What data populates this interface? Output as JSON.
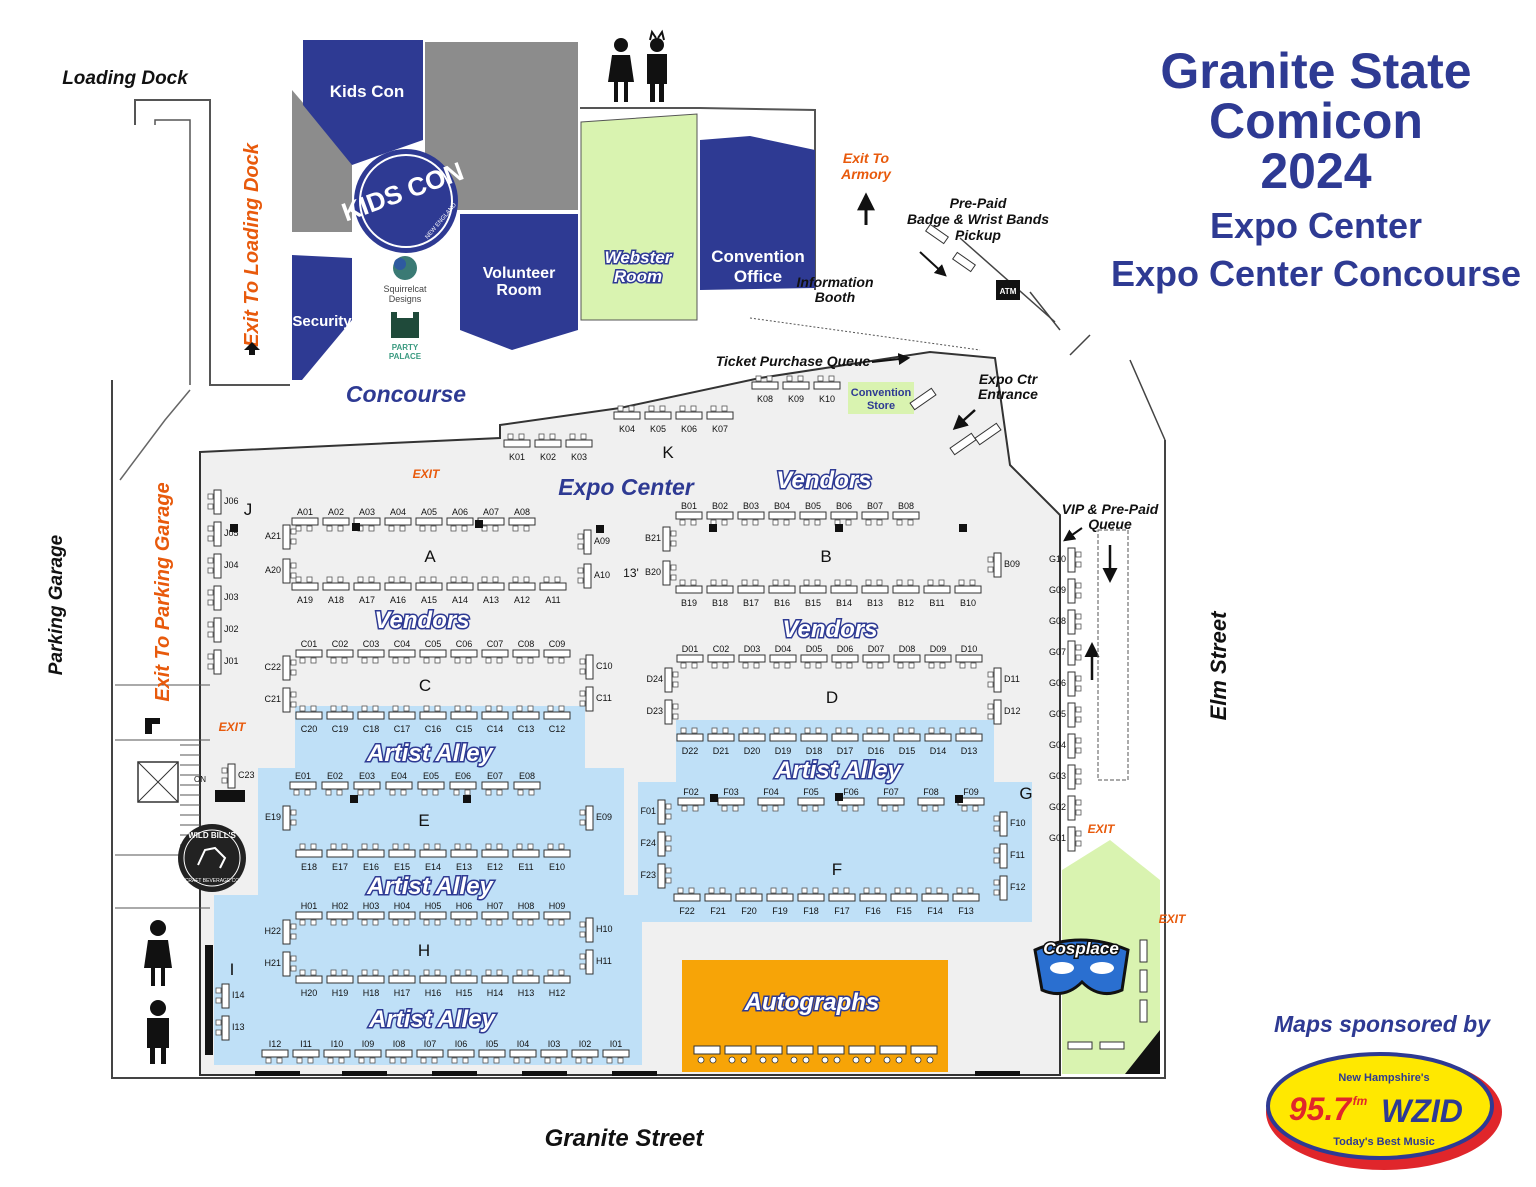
{
  "title": {
    "line1": "Granite State",
    "line2": "Comicon",
    "line3": "2024",
    "line4": "Expo Center",
    "line5": "Expo Center Concourse"
  },
  "labels": {
    "loading_dock": "Loading Dock",
    "exit_loading_dock": "Exit To Loading Dock",
    "exit_parking_garage": "Exit To Parking Garage",
    "parking_garage": "Parking Garage",
    "elm_street": "Elm Street",
    "granite_street": "Granite Street",
    "exit_armory_1": "Exit To",
    "exit_armory_2": "Armory",
    "prepaid_1": "Pre-Paid",
    "prepaid_2": "Badge & Wrist Bands",
    "prepaid_3": "Pickup",
    "atm": "ATM",
    "info_1": "Information",
    "info_2": "Booth",
    "ticket_queue": "Ticket Purchase Queue",
    "entrance_1": "Expo Ctr",
    "entrance_2": "Entrance",
    "vip_1": "VIP & Pre-Paid",
    "vip_2": "Queue",
    "concourse": "Concourse",
    "expo_center": "Expo Center",
    "exit": "EXIT",
    "sponsor": "Maps sponsored by"
  },
  "rooms": {
    "kids_con": "Kids Con",
    "security": "Security",
    "volunteer_1": "Volunteer",
    "volunteer_2": "Room",
    "webster_1": "Webster",
    "webster_2": "Room",
    "convention_1": "Convention",
    "convention_2": "Office",
    "store_1": "Convention",
    "store_2": "Store",
    "autographs": "Autographs",
    "cosplace": "Cosplace"
  },
  "logos": {
    "kids_con": "KIDS CON",
    "kids_con_sub": "NEW ENGLAND",
    "squirrelcat_1": "Squirrelcat",
    "squirrelcat_2": "Designs",
    "party_1": "PARTY",
    "party_2": "PALACE",
    "wild_bills_1": "WILD BILL'S",
    "wild_bills_2": "CRAFT BEVERAGE CO",
    "radio_1": "New Hampshire's",
    "radio_2": "95.7",
    "radio_3": "fm",
    "radio_4": "WZID",
    "radio_5": "Today's Best Music"
  },
  "sections": {
    "vendors": "Vendors",
    "artist_alley": "Artist Alley"
  },
  "row_letters": {
    "A": "A",
    "B": "B",
    "C": "C",
    "D": "D",
    "E": "E",
    "F": "F",
    "G": "G",
    "H": "H",
    "I": "I",
    "J": "J",
    "K": "K",
    "a_corner": "13'",
    "c23_side": "ON"
  },
  "booths": {
    "A_top": [
      "A01",
      "A02",
      "A03",
      "A04",
      "A05",
      "A06",
      "A07",
      "A08"
    ],
    "A_bottom": [
      "A19",
      "A18",
      "A17",
      "A16",
      "A15",
      "A14",
      "A13",
      "A12",
      "A11"
    ],
    "A_left": [
      "A21",
      "A20"
    ],
    "A_right": [
      "A09",
      "A10"
    ],
    "B_top": [
      "B01",
      "B02",
      "B03",
      "B04",
      "B05",
      "B06",
      "B07",
      "B08"
    ],
    "B_bottom": [
      "B19",
      "B18",
      "B17",
      "B16",
      "B15",
      "B14",
      "B13",
      "B12",
      "B11",
      "B10"
    ],
    "B_left": [
      "B21",
      "B20"
    ],
    "B_right": [
      "B09"
    ],
    "C_top": [
      "C01",
      "C02",
      "C03",
      "C04",
      "C05",
      "C06",
      "C07",
      "C08",
      "C09"
    ],
    "C_bottom": [
      "C20",
      "C19",
      "C18",
      "C17",
      "C16",
      "C15",
      "C14",
      "C13",
      "C12"
    ],
    "C_left": [
      "C22",
      "C21"
    ],
    "C_right": [
      "C10",
      "C11"
    ],
    "C_extra": [
      "C23"
    ],
    "D_top": [
      "D01",
      "C02",
      "D03",
      "D04",
      "D05",
      "D06",
      "D07",
      "D08",
      "D09",
      "D10"
    ],
    "D_bottom": [
      "D22",
      "D21",
      "D20",
      "D19",
      "D18",
      "D17",
      "D16",
      "D15",
      "D14",
      "D13"
    ],
    "D_left": [
      "D24",
      "D23"
    ],
    "D_right": [
      "D11",
      "D12"
    ],
    "E_top": [
      "E01",
      "E02",
      "E03",
      "E04",
      "E05",
      "E06",
      "E07",
      "E08"
    ],
    "E_bottom": [
      "E18",
      "E17",
      "E16",
      "E15",
      "E14",
      "E13",
      "E12",
      "E11",
      "E10"
    ],
    "E_left": [
      "E19"
    ],
    "E_right": [
      "E09"
    ],
    "F_top": [
      "F02",
      "F03",
      "F04",
      "F05",
      "F06",
      "F07",
      "F08",
      "F09"
    ],
    "F_bottom": [
      "F22",
      "F21",
      "F20",
      "F19",
      "F18",
      "F17",
      "F16",
      "F15",
      "F14",
      "F13"
    ],
    "F_left": [
      "F01",
      "F24",
      "F23"
    ],
    "F_right": [
      "F10",
      "F11",
      "F12"
    ],
    "G": [
      "G10",
      "G09",
      "G08",
      "G07",
      "G06",
      "G05",
      "G04",
      "G03",
      "G02",
      "G01"
    ],
    "H_top": [
      "H01",
      "H02",
      "H03",
      "H04",
      "H05",
      "H06",
      "H07",
      "H08",
      "H09"
    ],
    "H_bottom": [
      "H20",
      "H19",
      "H18",
      "H17",
      "H16",
      "H15",
      "H14",
      "H13",
      "H12"
    ],
    "H_left": [
      "H22",
      "H21"
    ],
    "H_right": [
      "H10",
      "H11"
    ],
    "I_row": [
      "I12",
      "I11",
      "I10",
      "I09",
      "I08",
      "I07",
      "I06",
      "I05",
      "I04",
      "I03",
      "I02",
      "I01"
    ],
    "I_side": [
      "I14",
      "I13"
    ],
    "J": [
      "J06",
      "J05",
      "J04",
      "J03",
      "J02",
      "J01"
    ],
    "K_1": [
      "K01",
      "K02",
      "K03"
    ],
    "K_2": [
      "K04",
      "K05",
      "K06",
      "K07"
    ],
    "K_3": [
      "K08",
      "K09",
      "K10"
    ]
  },
  "colors": {
    "navy": "#2e3a93",
    "light_blue": "#bfe0f7",
    "lime": "#d9f3b0",
    "orange": "#f7a407",
    "gray": "#8c8c8c",
    "floor": "#f0f0f0",
    "exit": "#e85a0c",
    "radio_red": "#e0262b",
    "radio_yellow": "#ffe800"
  },
  "icons": [
    "restroom-icon",
    "arrow-up-icon",
    "arrow-down-icon",
    "cosplace-mask-icon"
  ]
}
